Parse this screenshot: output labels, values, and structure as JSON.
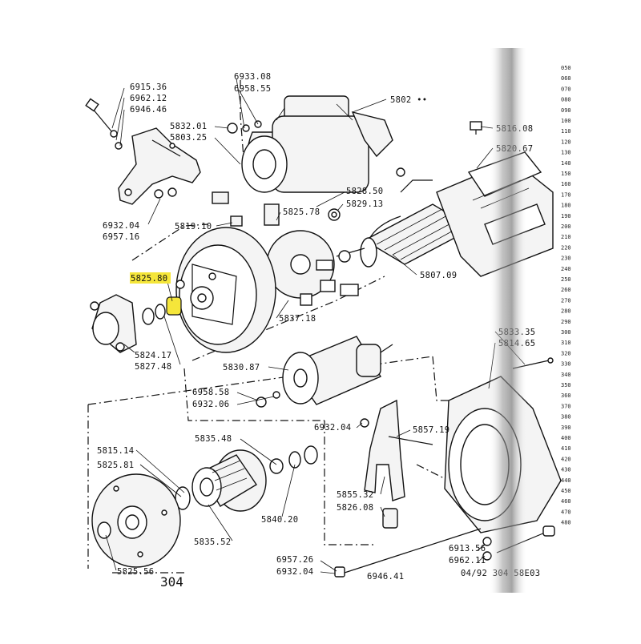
{
  "labels": {
    "l6915": "6915.36",
    "l6962a": "6962.12",
    "l6946": "6946.46",
    "l6933": "6933.08",
    "l6958a": "6958.55",
    "l5802": "5802 ••",
    "l5832": "5832.01",
    "l5803": "5803.25",
    "l5816": "5816.08",
    "l5820": "5820.67",
    "l5828": "5828.50",
    "l5825_78": "5825.78",
    "l5829": "5829.13",
    "l6932a": "6932.04",
    "l6957a": "6957.16",
    "l5819": "5819.10",
    "l5825_80": "5825.80",
    "l5807": "5807.09",
    "l5837": "5837.18",
    "l5824": "5824.17",
    "l5827": "5827.48",
    "l5830": "5830.87",
    "l5833": "5833.35",
    "l5814": "5814.65",
    "l6958b": "6958.58",
    "l6932b": "6932.06",
    "l6932c": "6932.04",
    "l5857": "5857.19",
    "l5815": "5815.14",
    "l5825_81": "5825.81",
    "l5835a": "5835.48",
    "l5855": "5855.32",
    "l5826": "5826.08",
    "l5840": "5840.20",
    "l5835b": "5835.52",
    "l6913": "6913.56",
    "l6962b": "6962.11",
    "l6957b": "6957.26",
    "l6932d": "6932.04",
    "l6946b": "6946.41",
    "l5825_56": "5825.56",
    "l304": "304",
    "footer": "04/92 304 58E03"
  },
  "scale_ticks": [
    "050",
    "060",
    "070",
    "080",
    "090",
    "100",
    "110",
    "120",
    "130",
    "140",
    "150",
    "160",
    "170",
    "180",
    "190",
    "200",
    "210",
    "220",
    "230",
    "240",
    "250",
    "260",
    "270",
    "280",
    "290",
    "300",
    "310",
    "320",
    "330",
    "340",
    "350",
    "360",
    "370",
    "380",
    "390",
    "400",
    "410",
    "420",
    "430",
    "440",
    "450",
    "460",
    "470",
    "480"
  ],
  "colors": {
    "highlight": "#f5e63a",
    "ink": "#111111",
    "scan_shadow": "#8a8a8a"
  },
  "icons": {
    "starter_motor": "starter-motor-illustration",
    "armature": "armature-illustration",
    "yoke_housing": "yoke-housing-illustration",
    "solenoid": "solenoid-illustration",
    "pinion_drive": "pinion-drive-illustration",
    "drive_end_bracket": "drive-end-bracket-illustration"
  }
}
